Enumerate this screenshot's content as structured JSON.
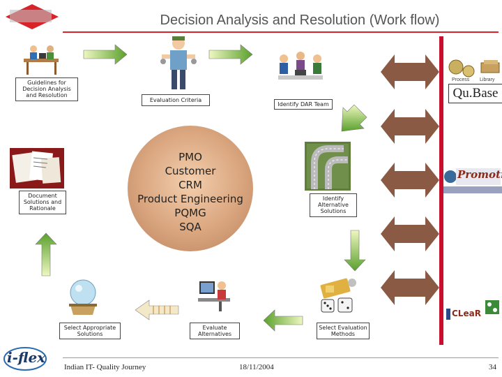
{
  "header": {
    "title": "Decision Analysis and Resolution (Work flow)"
  },
  "steps": [
    {
      "label": "Guidelines for Decision Analysis and Resolution"
    },
    {
      "label": "Evaluation Criteria"
    },
    {
      "label": "Identify DAR Team"
    },
    {
      "label": "Identify Alternative Solutions"
    },
    {
      "label": "Select Evaluation Methods"
    },
    {
      "label": "Evaluate Alternatives"
    },
    {
      "label": "Select Appropriate Solutions"
    },
    {
      "label": "Document Solutions and Rationale"
    }
  ],
  "center": {
    "lines": [
      "PMO",
      "Customer",
      "CRM",
      "Product Engineering",
      "PQMG",
      "SQA"
    ]
  },
  "tools": {
    "qubase": "Qu.Base",
    "process": "Process",
    "library": "Library",
    "promotr": "Promotr",
    "iclear": "CLeaR"
  },
  "footer": {
    "logo": "i-flex",
    "left": "Indian IT- Quality Journey",
    "date": "18/11/2004",
    "page": "34"
  },
  "colors": {
    "accent_red": "#c8102e",
    "arrow_green_light": "#e6f2a8",
    "arrow_green_dark": "#5aa02c",
    "double_arrow": "#8a5a44"
  }
}
